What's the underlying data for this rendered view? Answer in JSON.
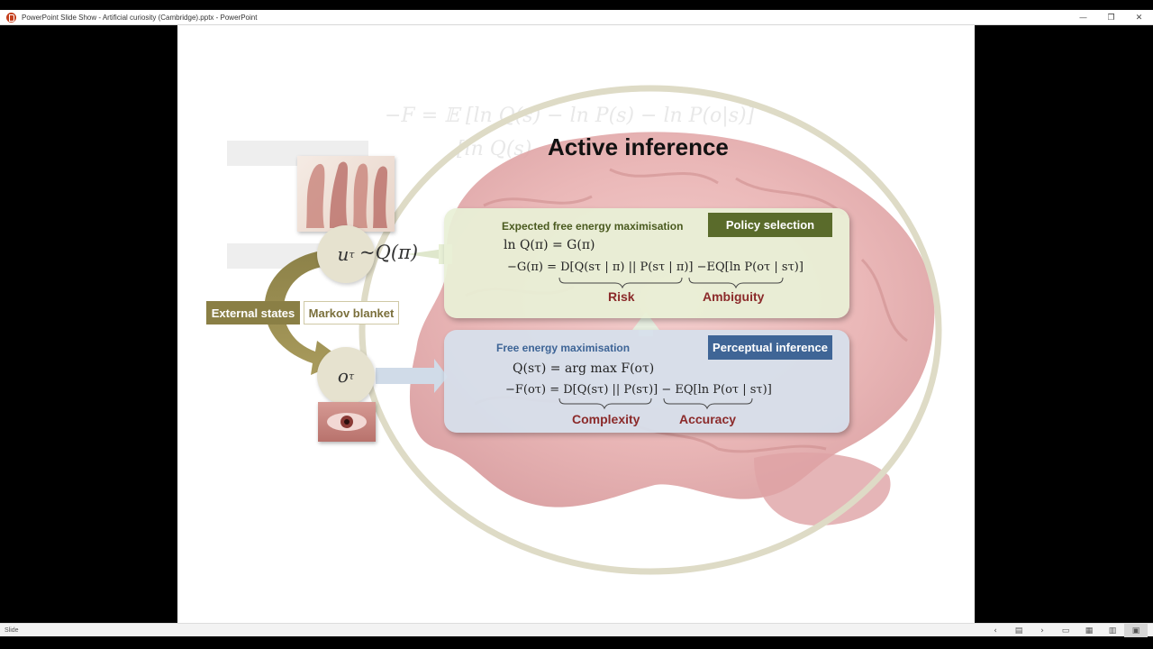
{
  "window": {
    "title": "PowerPoint Slide Show  -  Artificial curiosity (Cambridge).pptx - PowerPoint",
    "minimize_glyph": "—",
    "restore_glyph": "❐",
    "close_glyph": "✕"
  },
  "statusbar": {
    "label": "Slide",
    "prev_glyph": "‹",
    "notes_glyph": "▤",
    "next_glyph": "›",
    "normal_view_glyph": "▭",
    "sorter_view_glyph": "▦",
    "reading_view_glyph": "▥",
    "slideshow_view_glyph": "▣"
  },
  "slide": {
    "title": "Active inference",
    "policy_equation": "uτ ~ Q(π)",
    "u_symbol": "u",
    "u_sub": "τ",
    "tilde": "~",
    "q_pi": "Q(π)",
    "o_symbol": "o",
    "o_sub": "τ",
    "external_states": "External states",
    "markov_blanket": "Markov blanket",
    "green_panel": {
      "heading": "Expected free energy maximisation",
      "badge": "Policy selection",
      "eq1": "ln Q(π) = G(π)",
      "eq2": "−G(π) = D[Q(sτ | π) || P(sτ | π)] −EQ[ln P(oτ | sτ)]",
      "term1": "Risk",
      "term2": "Ambiguity"
    },
    "blue_panel": {
      "heading": "Free energy maximisation",
      "badge": "Perceptual inference",
      "eq1": "Q(sτ) = arg max F(oτ)",
      "eq2": "−F(oτ) = D[Q(sτ) || P(sτ)] − EQ[ln P(oτ | sτ)]",
      "term1": "Complexity",
      "term2": "Accuracy"
    },
    "colors": {
      "olive": "#8a7f45",
      "green_badge": "#5a6b2b",
      "blue_badge": "#3f6596",
      "green_heading": "#4a5a1f",
      "blue_heading": "#3d6496",
      "term": "#8b2a2a"
    }
  }
}
